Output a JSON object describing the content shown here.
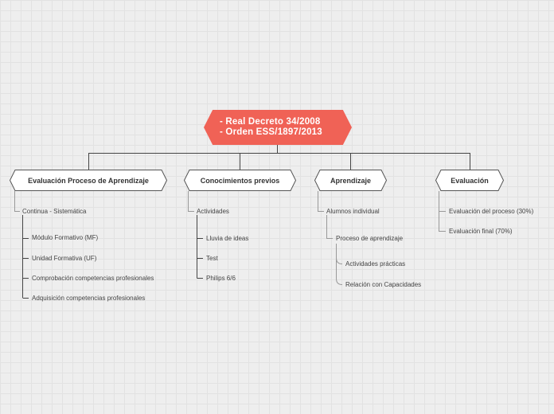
{
  "root": {
    "line1": "- Real Decreto 34/2008",
    "line2": "- Orden ESS/1897/2013"
  },
  "branches": [
    {
      "label": "Evaluación Proceso de Aprendizaje",
      "items": [
        {
          "label": "Continua - Sistemática",
          "children": [
            "Módulo Formativo (MF)",
            "Unidad Formativa (UF)",
            "Comprobación competencias profesionales",
            "Adquisición competencias profesionales"
          ]
        }
      ]
    },
    {
      "label": "Conocimientos previos",
      "items": [
        {
          "label": "Actividades",
          "children": [
            "Lluvia de ideas",
            "Test",
            "Philips 6/6"
          ]
        }
      ]
    },
    {
      "label": "Aprendizaje",
      "items": [
        {
          "label": "Alumnos individual",
          "children": []
        },
        {
          "label": "Proceso de aprendizaje",
          "children": [
            "Actividades prácticas",
            "Relación con Capacidades"
          ]
        }
      ]
    },
    {
      "label": "Evaluación",
      "items": [
        {
          "label": "Evaluación del proceso (30%)",
          "children": []
        },
        {
          "label": "Evaluación final (70%)",
          "children": []
        }
      ]
    }
  ],
  "colors": {
    "root_fill": "#f06256",
    "node_border": "#555555",
    "connector": "#444444",
    "leaf_connector": "#999999"
  }
}
